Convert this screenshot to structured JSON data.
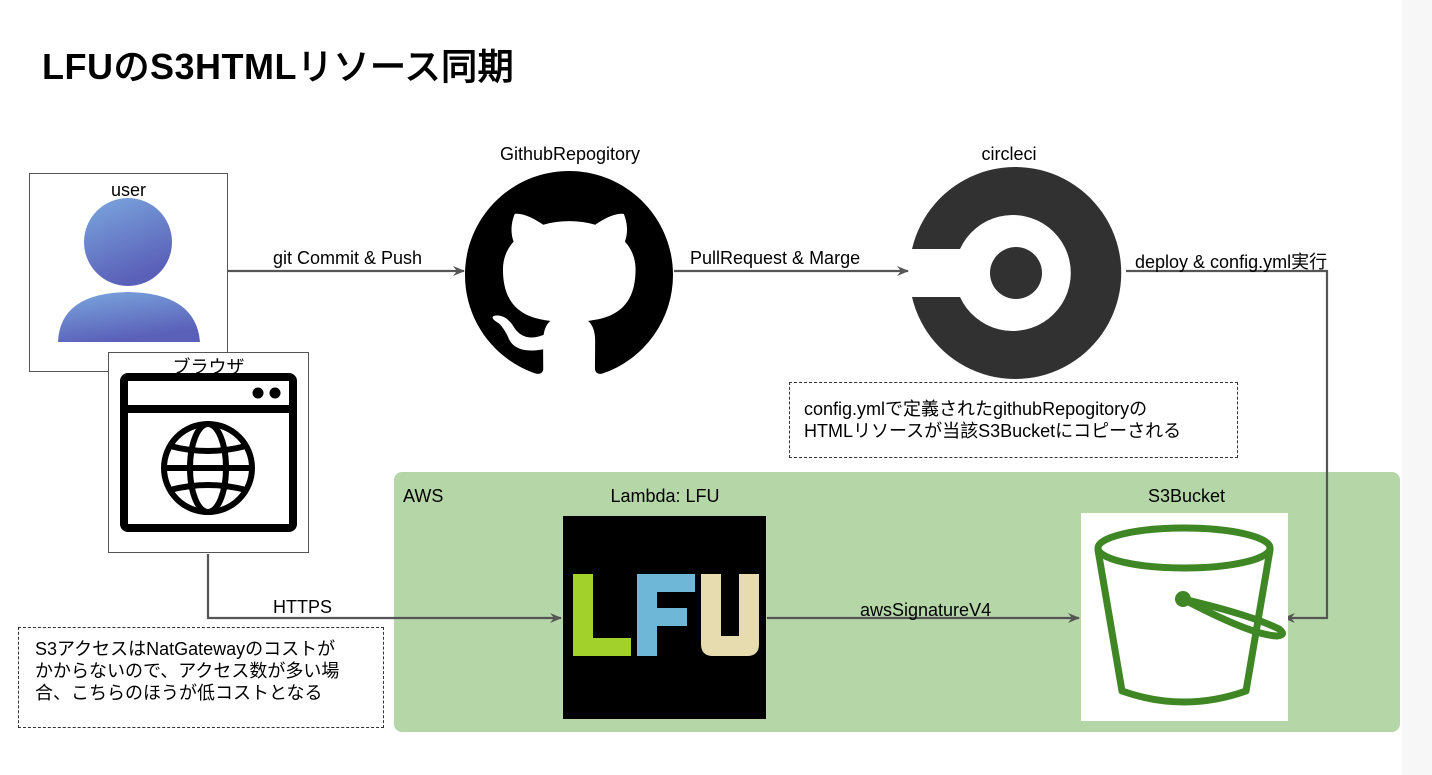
{
  "title": "LFUのS3HTMLリソース同期",
  "nodes": {
    "user": "user",
    "browser": "ブラウザ",
    "github": "GithubRepogitory",
    "circleci": "circleci",
    "lambda": "Lambda: LFU",
    "lambda_logo": "LFU",
    "s3": "S3Bucket",
    "aws": "AWS"
  },
  "edges": {
    "commit": "git Commit & Push",
    "pull_request": "PullRequest & Marge",
    "deploy": "deploy & config.yml実行",
    "https": "HTTPS",
    "signature": "awsSignatureV4"
  },
  "notes": {
    "config_line1": "config.ymlで定義されたgithubRepogitoryの",
    "config_line2": "HTMLリソースが当該S3Bucketにコピーされる",
    "nat_line1": "S3アクセスはNatGatewayのコストが",
    "nat_line2": "かからないので、アクセス数が多い場",
    "nat_line3": "合、こちらのほうが低コストとなる"
  },
  "icons": [
    "user-icon",
    "browser-icon",
    "globe-icon",
    "github-icon",
    "circleci-icon",
    "lfu-logo",
    "s3-bucket-icon"
  ],
  "colors": {
    "aws_region": "#b5d7a8",
    "bucket_green": "#3f8624",
    "lfu_l": "#a3d12b",
    "lfu_f": "#6fb7d6",
    "lfu_u": "#e7dcb0",
    "user_gradient_top": "#7ba7de",
    "user_gradient_bottom": "#5a5fb8",
    "arrow": "#555555"
  }
}
